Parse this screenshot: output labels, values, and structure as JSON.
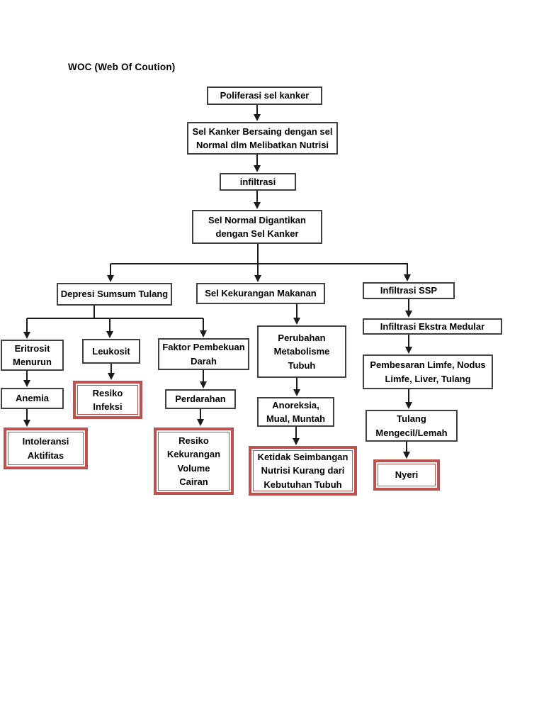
{
  "page": {
    "title": "WOC (Web Of Coution)"
  },
  "colors": {
    "bg": "#ffffff",
    "box_border": "#404040",
    "highlight_red": "#c0504d",
    "line": "#1a1a1a",
    "text": "#000000"
  },
  "diagram": {
    "nodes": {
      "poliferasi": "Poliferasi sel kanker",
      "bersaing": "Sel Kanker Bersaing dengan sel\nNormal dlm Melibatkan Nutrisi",
      "infiltrasi": "infiltrasi",
      "digantikan": "Sel Normal Digantikan\ndengan Sel Kanker",
      "depresi": "Depresi Sumsum Tulang",
      "kekurangan_makanan": "Sel Kekurangan Makanan",
      "infiltrasi_ssp": "Infiltrasi SSP",
      "eritrosit": "Eritrosit\nMenurun",
      "leukosit": "Leukosit",
      "faktor": "Faktor Pembekuan\nDarah",
      "anemia": "Anemia",
      "resiko_infeksi": "Resiko\nInfeksi",
      "perdarahan": "Perdarahan",
      "intoleransi": "Intoleransi\nAktifitas",
      "resiko_volume": "Resiko\nKekurangan\nVolume\nCairan",
      "perubahan": "Perubahan\nMetabolisme\nTubuh",
      "anoreksia": "Anoreksia,\nMual, Muntah",
      "ketidak": "Ketidak Seimbangan\nNutrisi Kurang dari\nKebutuhan Tubuh",
      "ekstra_medular": "Infiltrasi Ekstra Medular",
      "pembesaran": "Pembesaran Limfe, Nodus\nLimfe, Liver, Tulang",
      "tulang": "Tulang\nMengecil/Lemah",
      "nyeri": "Nyeri"
    }
  }
}
